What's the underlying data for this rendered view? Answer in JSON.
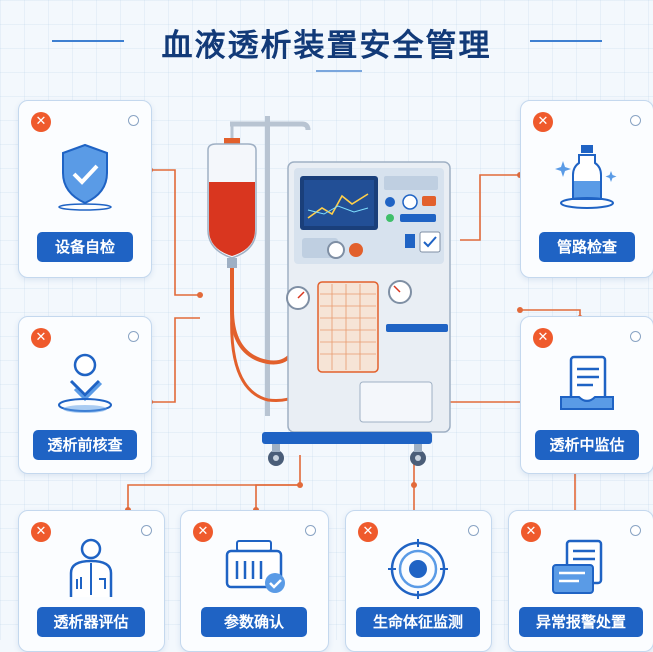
{
  "title": "血液透析装置安全管理",
  "colors": {
    "title": "#123a78",
    "label_bg": "#1f63c4",
    "connector": "#e26a3a",
    "x_badge": "#ef5a2c"
  },
  "cards": [
    {
      "id": "device-self-check",
      "label": "设备自检",
      "icon": "shield-check-icon"
    },
    {
      "id": "pre-dialysis-check",
      "label": "透析前核查",
      "icon": "person-check-icon"
    },
    {
      "id": "tubing-check",
      "label": "管路检查",
      "icon": "bottle-icon"
    },
    {
      "id": "dialysis-monitoring",
      "label": "透析中监估",
      "icon": "document-icon"
    },
    {
      "id": "dialyzer-evaluation",
      "label": "透析器评估",
      "icon": "dialyzer-icon"
    },
    {
      "id": "parameter-confirm",
      "label": "参数确认",
      "icon": "machine-check-icon"
    },
    {
      "id": "vital-signs",
      "label": "生命体征监测",
      "icon": "target-icon"
    },
    {
      "id": "alarm-handling",
      "label": "异常报警处置",
      "icon": "alarm-doc-icon"
    }
  ]
}
